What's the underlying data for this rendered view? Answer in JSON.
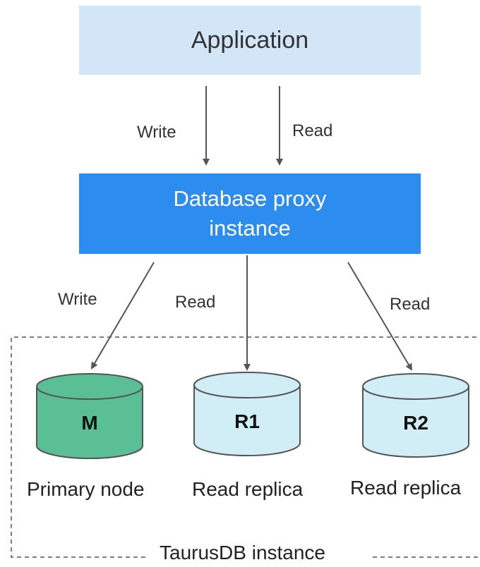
{
  "application": {
    "label": "Application",
    "color": "#d3e6f8"
  },
  "proxy": {
    "line1": "Database proxy",
    "line2": "instance",
    "color": "#2d8cf0"
  },
  "top_arrows": {
    "write_label": "Write",
    "read_label": "Read"
  },
  "bottom_arrows": {
    "write_label": "Write",
    "read_label_1": "Read",
    "read_label_2": "Read"
  },
  "nodes": [
    {
      "code": "M",
      "label": "Primary node",
      "color": "#5bbf96"
    },
    {
      "code": "R1",
      "label": "Read replica",
      "color": "#d1eef6"
    },
    {
      "code": "R2",
      "label": "Read replica",
      "color": "#d1eef6"
    }
  ],
  "instance": {
    "label": "TaurusDB instance"
  }
}
